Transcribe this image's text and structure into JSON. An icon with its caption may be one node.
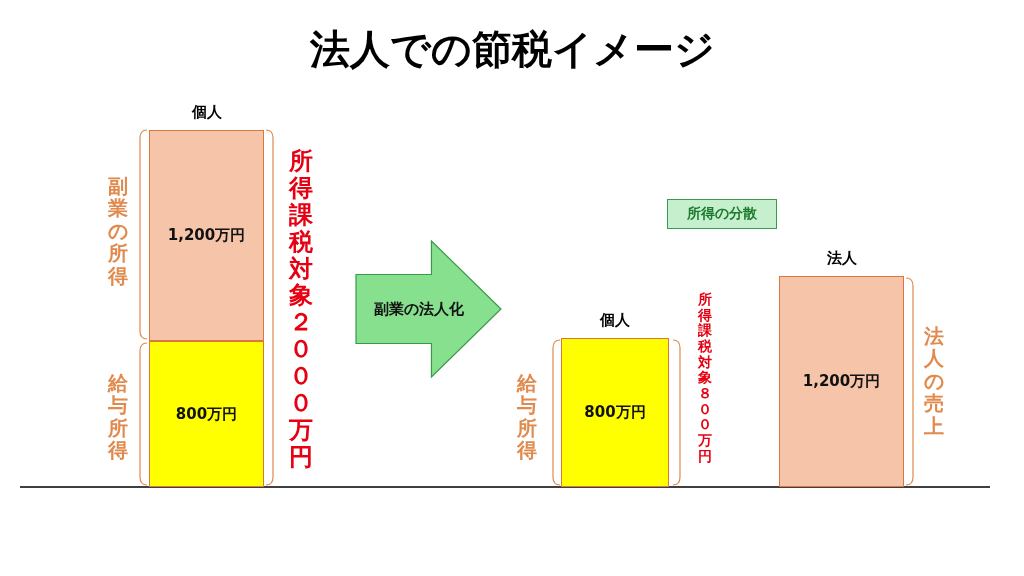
{
  "diagram": {
    "title": "法人での節税イメージ",
    "nodes": [
      {
        "text": [
          "個人",
          "1,200万円"
        ],
        "beside": [
          "副業の所得"
        ]
      },
      {
        "text": [
          "800万円"
        ],
        "beside": [
          "給与所得"
        ]
      },
      {
        "text": [
          "副業の法人化"
        ]
      },
      {
        "text": [
          "所得の分散"
        ]
      },
      {
        "text": [
          "個人",
          "800万円"
        ],
        "beside": [
          "給与所得",
          "所得課税対象８００万円"
        ]
      },
      {
        "text": [
          "法人",
          "1,200万円"
        ],
        "beside": [
          "法人の売上"
        ]
      }
    ],
    "edges": [],
    "labels": [
      "所得課税対象２０００万円"
    ]
  }
}
